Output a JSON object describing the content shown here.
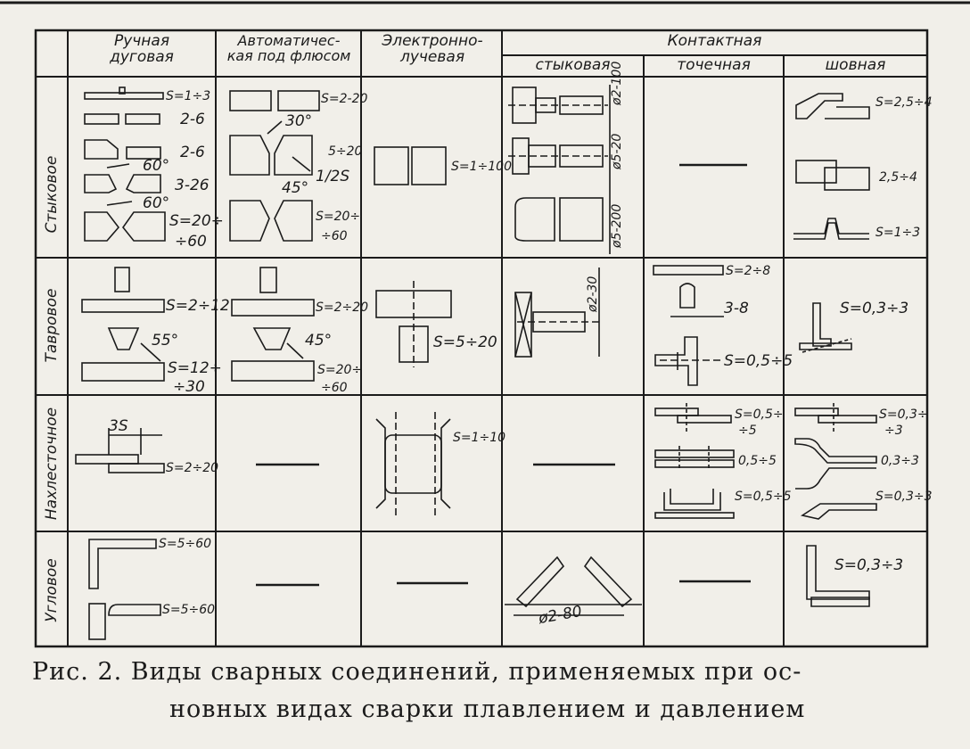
{
  "columns": {
    "manual": {
      "line1": "Ручная",
      "line2": "дуговая"
    },
    "auto": {
      "line1": "Автоматичес-",
      "line2": "кая под флюсом"
    },
    "ebeam": {
      "line1": "Электронно-",
      "line2": "лучевая"
    },
    "contact": {
      "title": "Контактная",
      "butt": "стыковая",
      "spot": "точечная",
      "seam": "шовная"
    }
  },
  "rows": {
    "butt": "Стыковое",
    "tee": "Тавровое",
    "lap": "Нахлесточное",
    "corner": "Угловое"
  },
  "labels": {
    "r1_manual_s": "S=1÷3",
    "r1_manual_a": "2-6",
    "r1_manual_b": "2-6",
    "r1_manual_ang1": "60°",
    "r1_manual_c": "3-26",
    "r1_manual_ang2": "60°",
    "r1_manual_s2a": "S=20÷",
    "r1_manual_s2b": "÷60",
    "r1_auto_s": "S=2-20",
    "r1_auto_ang": "30°",
    "r1_auto_a": "5÷20",
    "r1_auto_ang2": "45°",
    "r1_auto_half": "1/2S",
    "r1_auto_s2a": "S=20÷",
    "r1_auto_s2b": "÷60",
    "r1_eb_s": "S=1÷100",
    "r1_cb_d1": "ø2-100",
    "r1_cb_d2": "ø5-20",
    "r1_cb_d3": "ø5-200",
    "r1_seam_a": "S=2,5÷4",
    "r1_seam_b": "2,5÷4",
    "r1_seam_c": "S=1÷3",
    "r2_manual_s": "S=2÷12",
    "r2_manual_ang": "55°",
    "r2_manual_s2a": "S=12÷",
    "r2_manual_s2b": "÷30",
    "r2_auto_s": "S=2÷20",
    "r2_auto_ang": "45°",
    "r2_auto_s2a": "S=20÷",
    "r2_auto_s2b": "÷60",
    "r2_eb_s": "S=5÷20",
    "r2_cb_d": "ø2-30",
    "r2_spot_a": "S=2÷8",
    "r2_spot_b": "3-8",
    "r2_spot_c": "S=0,5÷5",
    "r2_seam_s": "S=0,3÷3",
    "r3_manual_3s": "3S",
    "r3_manual_s": "S=2÷20",
    "r3_eb_s": "S=1÷10",
    "r3_spot_a1": "S=0,5÷",
    "r3_spot_a2": "÷5",
    "r3_spot_b": "0,5÷5",
    "r3_spot_c": "S=0,5÷5",
    "r3_seam_a1": "S=0,3÷",
    "r3_seam_a2": "÷3",
    "r3_seam_b": "0,3÷3",
    "r3_seam_c": "S=0,3÷3",
    "r4_manual_a": "S=5÷60",
    "r4_manual_b": "S=5÷60",
    "r4_cb_d": "ø2-80",
    "r4_seam_s": "S=0,3÷3"
  },
  "caption": {
    "line1": "Рис. 2. Виды сварных соединений, применяемых при ос-",
    "line2": "новных видах сварки плавлением и давлением"
  }
}
